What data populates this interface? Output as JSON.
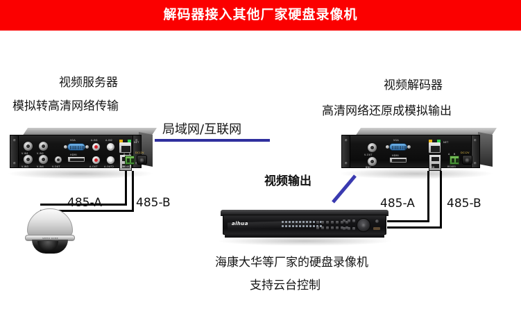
{
  "banner": {
    "title": "解码器接入其他厂家硬盘录像机",
    "background_color": "#fb0000",
    "text_color": "#ffffff"
  },
  "left_device": {
    "name_label": "视频服务器",
    "function_label": "模拟转高清网络传输",
    "port_labels": {
      "video_in_1": "V-IN1",
      "video_in_2": "V-IN2",
      "video_in_3": "V-IN3",
      "video_in_4": "V-IN4",
      "video_out": "V-OUT",
      "vga": "VGA",
      "hdmi": "HDMI",
      "audio_in": "A-IN1",
      "audio_in_2": "A-IN2",
      "audio_out": "A-OUT",
      "audio_out_2": "A-OUT2",
      "net": "NET",
      "usb": "USB",
      "rs485": "RS485",
      "rs485_a": "A",
      "rs485_b": "B",
      "power": "DC12V"
    }
  },
  "right_device": {
    "name_label": "视频解码器",
    "function_label": "高清网络还原成模拟输出",
    "port_labels": {
      "video_out": "V-OUT",
      "bnc_out": "BNC",
      "vga": "VGA",
      "hdmi": "HDMI",
      "net": "NET",
      "usb": "USB",
      "rs485": "RS485",
      "rs485_a": "A",
      "rs485_b": "B",
      "power": "DC12V"
    }
  },
  "network": {
    "label": "局域网/互联网",
    "link_color": "#2f2f9e"
  },
  "video_output": {
    "label": "视频输出",
    "arrow_color": "#3a3ab0"
  },
  "rs485_left": {
    "a_label": "485-A",
    "b_label": "485-B"
  },
  "rs485_right": {
    "a_label": "485-A",
    "b_label": "485-B"
  },
  "dvr": {
    "brand": "alhua",
    "caption_line1": "海康大华等厂家的硬盘录像机",
    "caption_line2": "支持云台控制"
  },
  "camera": {
    "ring_text": "SPEED DOME"
  }
}
